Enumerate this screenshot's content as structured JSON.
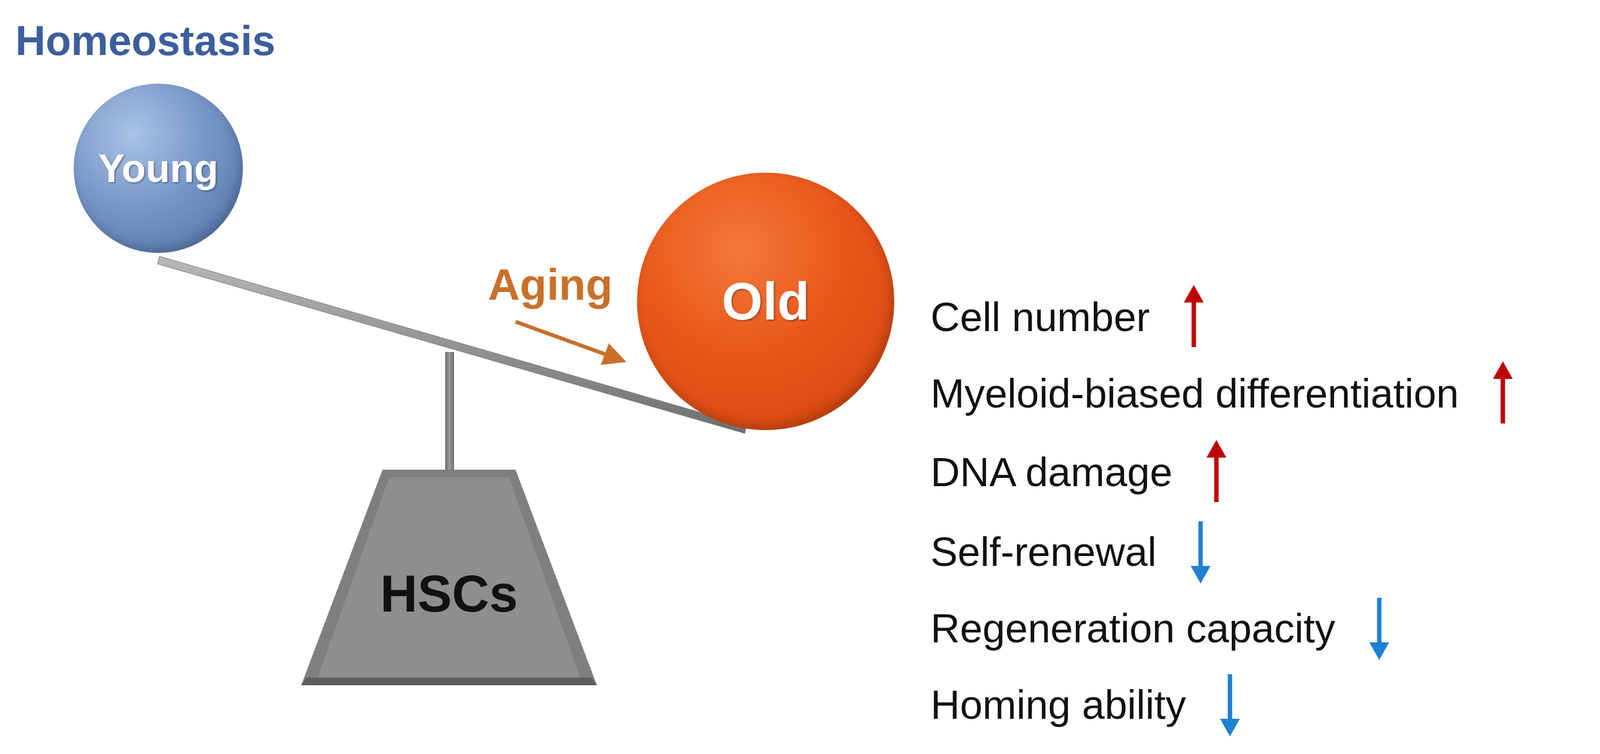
{
  "diagram": {
    "title": "Homeostasis",
    "nodes": [
      {
        "text": [
          "Young"
        ]
      },
      {
        "text": [
          "Old"
        ]
      },
      {
        "text": [
          "HSCs"
        ]
      }
    ],
    "labels": [
      "Aging",
      "Cell number",
      "Myeloid-biased differentiation",
      "DNA damage",
      "Self-renewal",
      "Regeneration capacity",
      "Homing ability"
    ]
  }
}
